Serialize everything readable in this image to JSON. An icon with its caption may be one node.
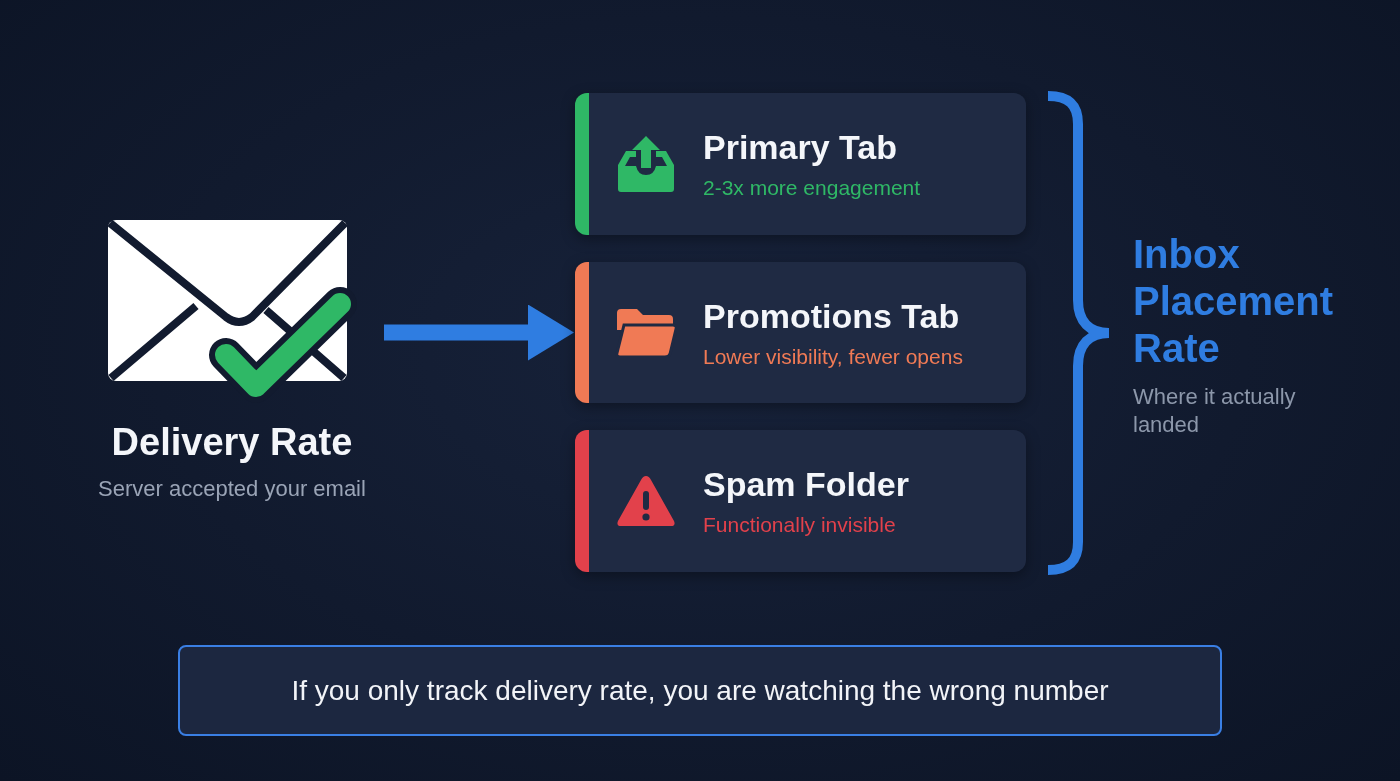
{
  "diagram": {
    "nodes": [
      {
        "text": [
          "Delivery Rate",
          "Server accepted your email"
        ]
      },
      {
        "text": [
          "Primary Tab",
          "2-3x more engagement"
        ]
      },
      {
        "text": [
          "Promotions Tab",
          "Lower visibility, fewer opens"
        ]
      },
      {
        "text": [
          "Spam Folder",
          "Functionally invisible"
        ]
      },
      {
        "text": [
          "If you only track delivery rate, you are watching the wrong number"
        ]
      }
    ],
    "edges": [
      {
        "from": 0,
        "to": 2,
        "arrow": "to"
      }
    ],
    "labels": [
      "Inbox Placement Rate",
      "Where it actually landed"
    ]
  }
}
